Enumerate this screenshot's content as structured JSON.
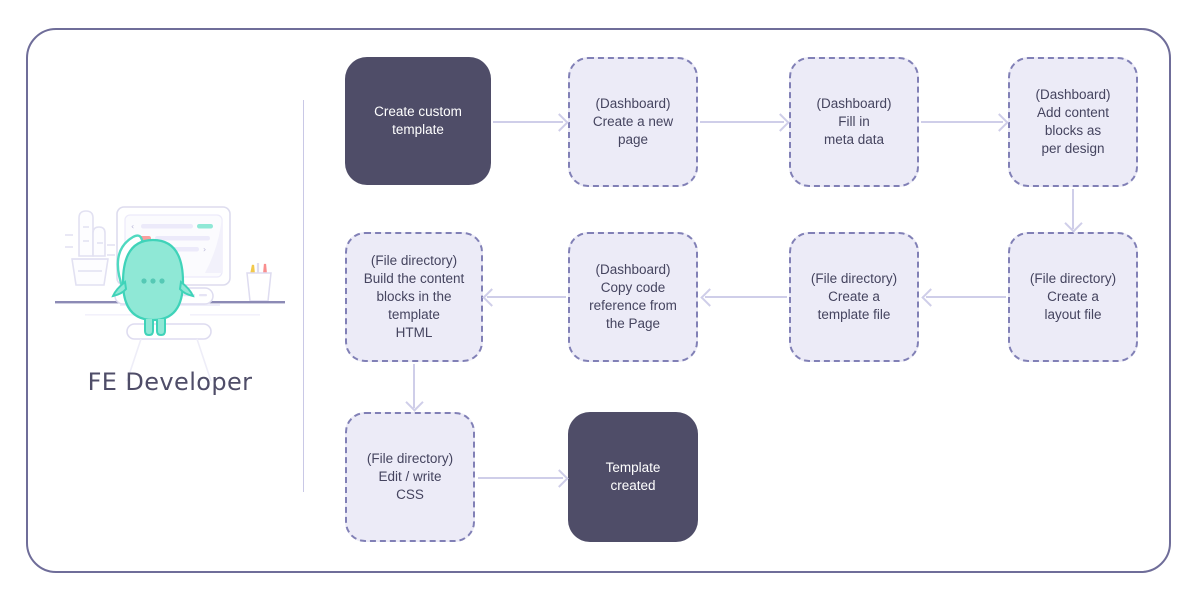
{
  "diagram": {
    "title_caption": "FE Developer",
    "colors": {
      "frame_border": "#6f6d99",
      "solid_node_bg": "#4f4d68",
      "solid_node_text": "#ffffff",
      "dashed_node_bg": "#ecebf7",
      "dashed_node_border": "#8180b6",
      "dashed_node_text": "#45445f",
      "connector": "#cfcee9",
      "mascot": "#6fe3cd",
      "divider": "#c9c8e6"
    },
    "persona": {
      "label": "FE Developer",
      "illustration": "developer-at-desk-illustration"
    },
    "nodes": [
      {
        "id": "start",
        "style": "solid",
        "text": "Create custom\ntemplate"
      },
      {
        "id": "newpage",
        "style": "dashed",
        "text": "(Dashboard)\nCreate a new\npage"
      },
      {
        "id": "meta",
        "style": "dashed",
        "text": "(Dashboard)\nFill in\nmeta data"
      },
      {
        "id": "blocks",
        "style": "dashed",
        "text": "(Dashboard)\nAdd content\nblocks as\nper design"
      },
      {
        "id": "layout",
        "style": "dashed",
        "text": "(File directory)\nCreate a\nlayout file"
      },
      {
        "id": "tmplfile",
        "style": "dashed",
        "text": "(File directory)\nCreate a\ntemplate file"
      },
      {
        "id": "copy",
        "style": "dashed",
        "text": "(Dashboard)\nCopy code\nreference from\nthe Page"
      },
      {
        "id": "build",
        "style": "dashed",
        "text": "(File directory)\nBuild the content\nblocks in the\ntemplate\nHTML"
      },
      {
        "id": "css",
        "style": "dashed",
        "text": "(File directory)\nEdit / write\nCSS"
      },
      {
        "id": "done",
        "style": "solid",
        "text": "Template\ncreated"
      }
    ],
    "edges": [
      {
        "from": "start",
        "to": "newpage",
        "direction": "right"
      },
      {
        "from": "newpage",
        "to": "meta",
        "direction": "right"
      },
      {
        "from": "meta",
        "to": "blocks",
        "direction": "right"
      },
      {
        "from": "blocks",
        "to": "layout",
        "direction": "down"
      },
      {
        "from": "layout",
        "to": "tmplfile",
        "direction": "left"
      },
      {
        "from": "tmplfile",
        "to": "copy",
        "direction": "left"
      },
      {
        "from": "copy",
        "to": "build",
        "direction": "left"
      },
      {
        "from": "build",
        "to": "css",
        "direction": "down"
      },
      {
        "from": "css",
        "to": "done",
        "direction": "right"
      }
    ]
  }
}
